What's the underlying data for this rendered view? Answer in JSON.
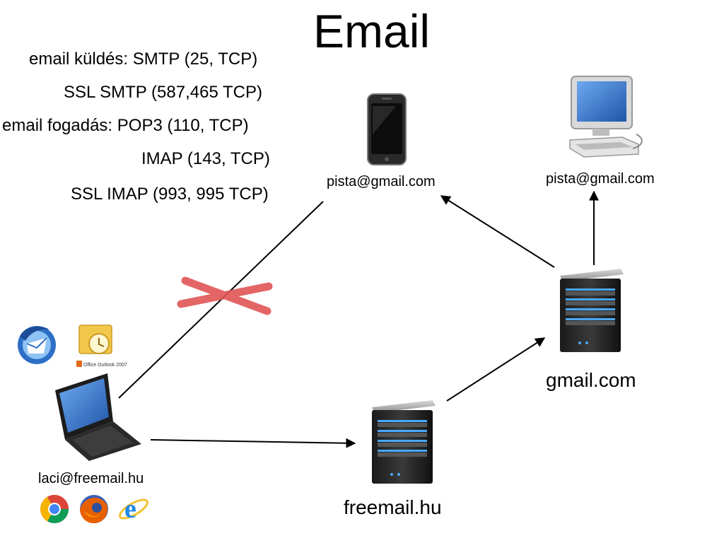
{
  "title": "Email",
  "protocols": {
    "send": "email küldés: SMTP (25, TCP)",
    "ssl_smtp": "SSL SMTP (587,465 TCP)",
    "receive": "email fogadás: POP3 (110, TCP)",
    "imap": "IMAP (143, TCP)",
    "ssl_imap": "SSL IMAP (993, 995 TCP)"
  },
  "nodes": {
    "phone_address": "pista@gmail.com",
    "desktop_address": "pista@gmail.com",
    "gmail_server": "gmail.com",
    "freemail_server": "freemail.hu",
    "laptop_address": "laci@freemail.hu"
  },
  "logos": {
    "outlook_caption": "Office Outlook 2007"
  },
  "colors": {
    "cross": "#e05555",
    "screen": "#2f6fc8",
    "server_light": "#4aa8ff"
  },
  "icons": [
    "thunderbird-icon",
    "outlook-icon",
    "chrome-icon",
    "firefox-icon",
    "internet-explorer-icon",
    "laptop-icon",
    "smartphone-icon",
    "desktop-computer-icon",
    "server-icon"
  ]
}
